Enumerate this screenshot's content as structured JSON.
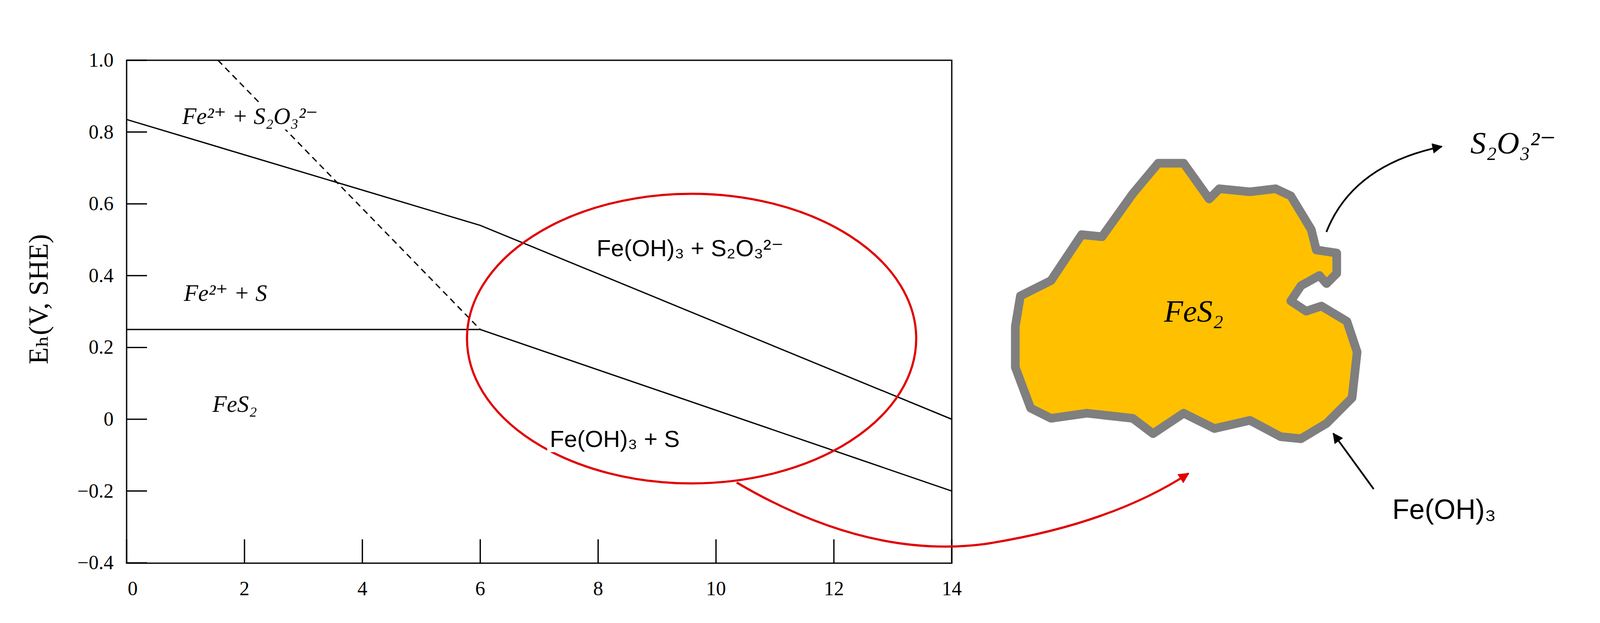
{
  "diagram": {
    "nodes": [
      {
        "text": [
          "FeS₂"
        ]
      }
    ],
    "labels": [
      "1.0",
      "0.8",
      "0.6",
      "0.4",
      "0.2",
      "0",
      "−0.2",
      "−0.4",
      "0",
      "2",
      "4",
      "6",
      "8",
      "10",
      "12",
      "14",
      "Eₕ(V, SHE)",
      "Fe²⁺ + S₂O₃²⁻",
      "Fe²⁺ + S",
      "FeS₂",
      "Fe(OH)₃ + S₂O₃²⁻",
      "Fe(OH)₃ + S",
      "S₂O₃²⁻",
      "Fe(OH)₃"
    ]
  }
}
